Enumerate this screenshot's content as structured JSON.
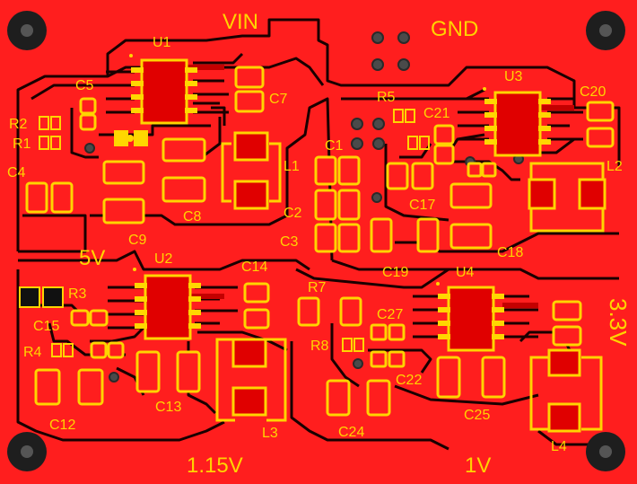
{
  "board": {
    "colors": {
      "copper": "#ff1e1e",
      "trace": "#c40000",
      "gap": "#1a0000",
      "pad": "#ffd700",
      "outline": "#ffd400",
      "silk_text": "#ffd400",
      "hole": "#1e1e1e"
    },
    "power_labels": {
      "vin": "VIN",
      "gnd": "GND",
      "v5": "5V",
      "v3_3": "3.3V",
      "v1_15": "1.15V",
      "v1": "1V"
    },
    "ic_labels": {
      "u1": "U1",
      "u2": "U2",
      "u3": "U3",
      "u4": "U4"
    },
    "inductor_labels": {
      "l1": "L1",
      "l2": "L2",
      "l3": "L3",
      "l4": "L4"
    },
    "resistor_labels": {
      "r1": "R1",
      "r2": "R2",
      "r3": "R3",
      "r4": "R4",
      "r5": "R5",
      "r7": "R7",
      "r8": "R8"
    },
    "capacitor_labels": {
      "c1": "C1",
      "c2": "C2",
      "c3": "C3",
      "c4": "C4",
      "c5": "C5",
      "c7": "C7",
      "c8": "C8",
      "c9": "C9",
      "c12": "C12",
      "c13": "C13",
      "c14": "C14",
      "c15": "C15",
      "c17": "C17",
      "c18": "C18",
      "c19": "C19",
      "c20": "C20",
      "c21": "C21",
      "c22": "C22",
      "c24": "C24",
      "c25": "C25",
      "c27": "C27"
    }
  }
}
